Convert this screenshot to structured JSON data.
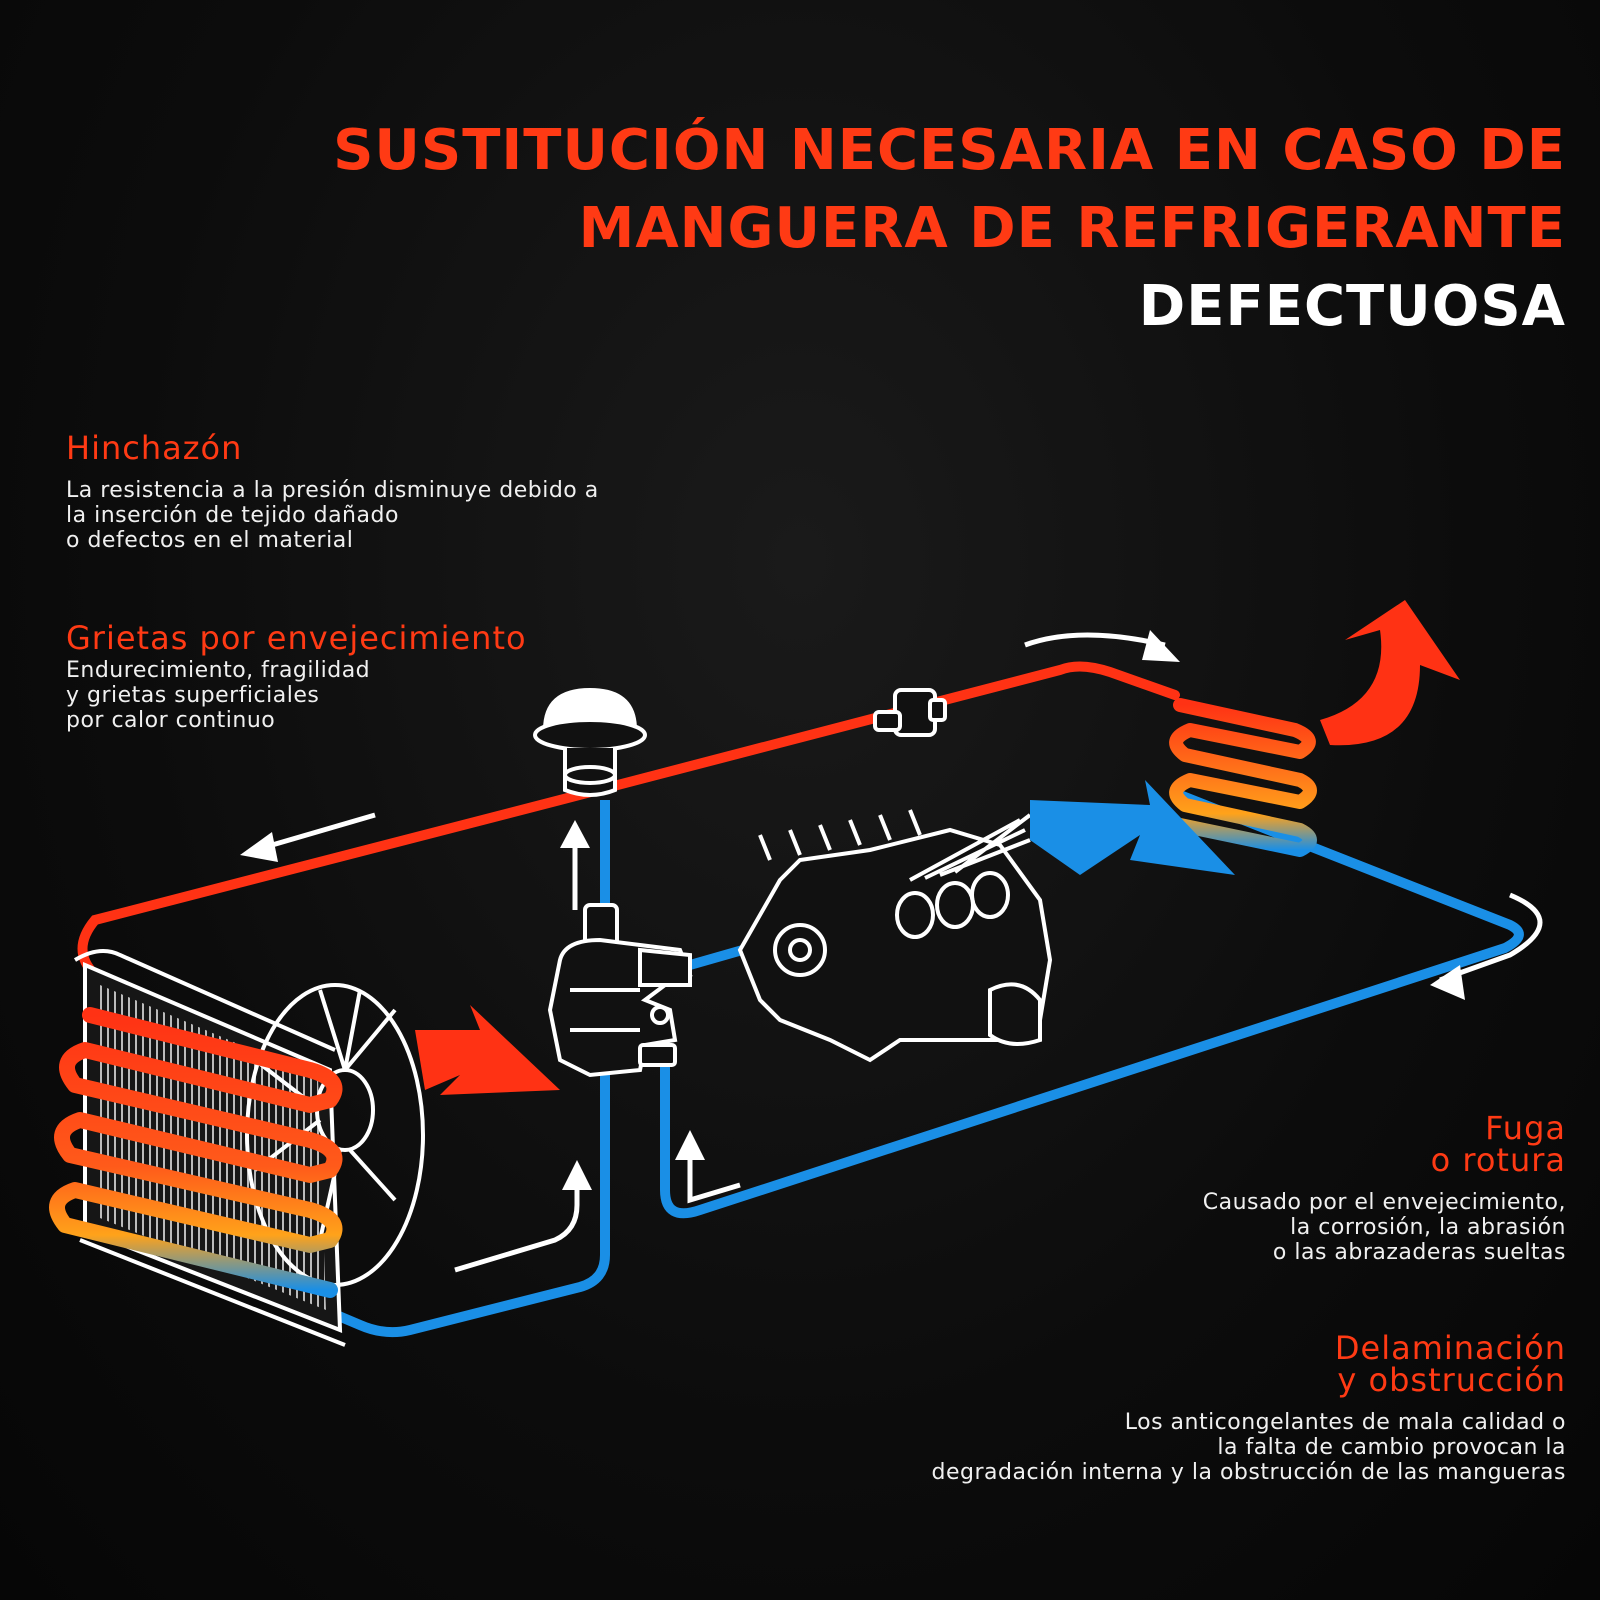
{
  "title": {
    "line1": "SUSTITUCIÓN NECESARIA EN CASO DE",
    "line2": "MANGUERA DE REFRIGERANTE",
    "line3": "DEFECTUOSA"
  },
  "callouts": {
    "hinchazon": {
      "heading": "Hinchazón",
      "lines": [
        "La resistencia a la presión disminuye debido a",
        "la inserción de tejido dañado",
        "o defectos en el material"
      ]
    },
    "grietas": {
      "heading": "Grietas por envejecimiento",
      "lines": [
        "Endurecimiento, fragilidad",
        "y grietas superficiales",
        "por calor continuo"
      ]
    },
    "fuga": {
      "heading": [
        "Fuga",
        "o rotura"
      ],
      "lines": [
        "Causado por el envejecimiento,",
        "la corrosión, la abrasión",
        "o las abrazaderas sueltas"
      ]
    },
    "delaminacion": {
      "heading": [
        "Delaminación",
        "y obstrucción"
      ],
      "lines": [
        "Los anticongelantes de mala calidad o",
        "la falta de cambio provocan la",
        "degradación interna y la obstrucción de las mangueras"
      ]
    }
  },
  "colors": {
    "hot": "#ff3214",
    "cold": "#1a8fe6",
    "warm": "#ffa21a",
    "outline": "#ffffff",
    "background": "#0f0f0f"
  },
  "icons": [
    "radiator-icon",
    "fan-icon",
    "thermostat-icon",
    "water-pump-icon",
    "engine-block-icon",
    "heater-core-icon",
    "t-connector-icon",
    "flow-arrow-icon"
  ]
}
